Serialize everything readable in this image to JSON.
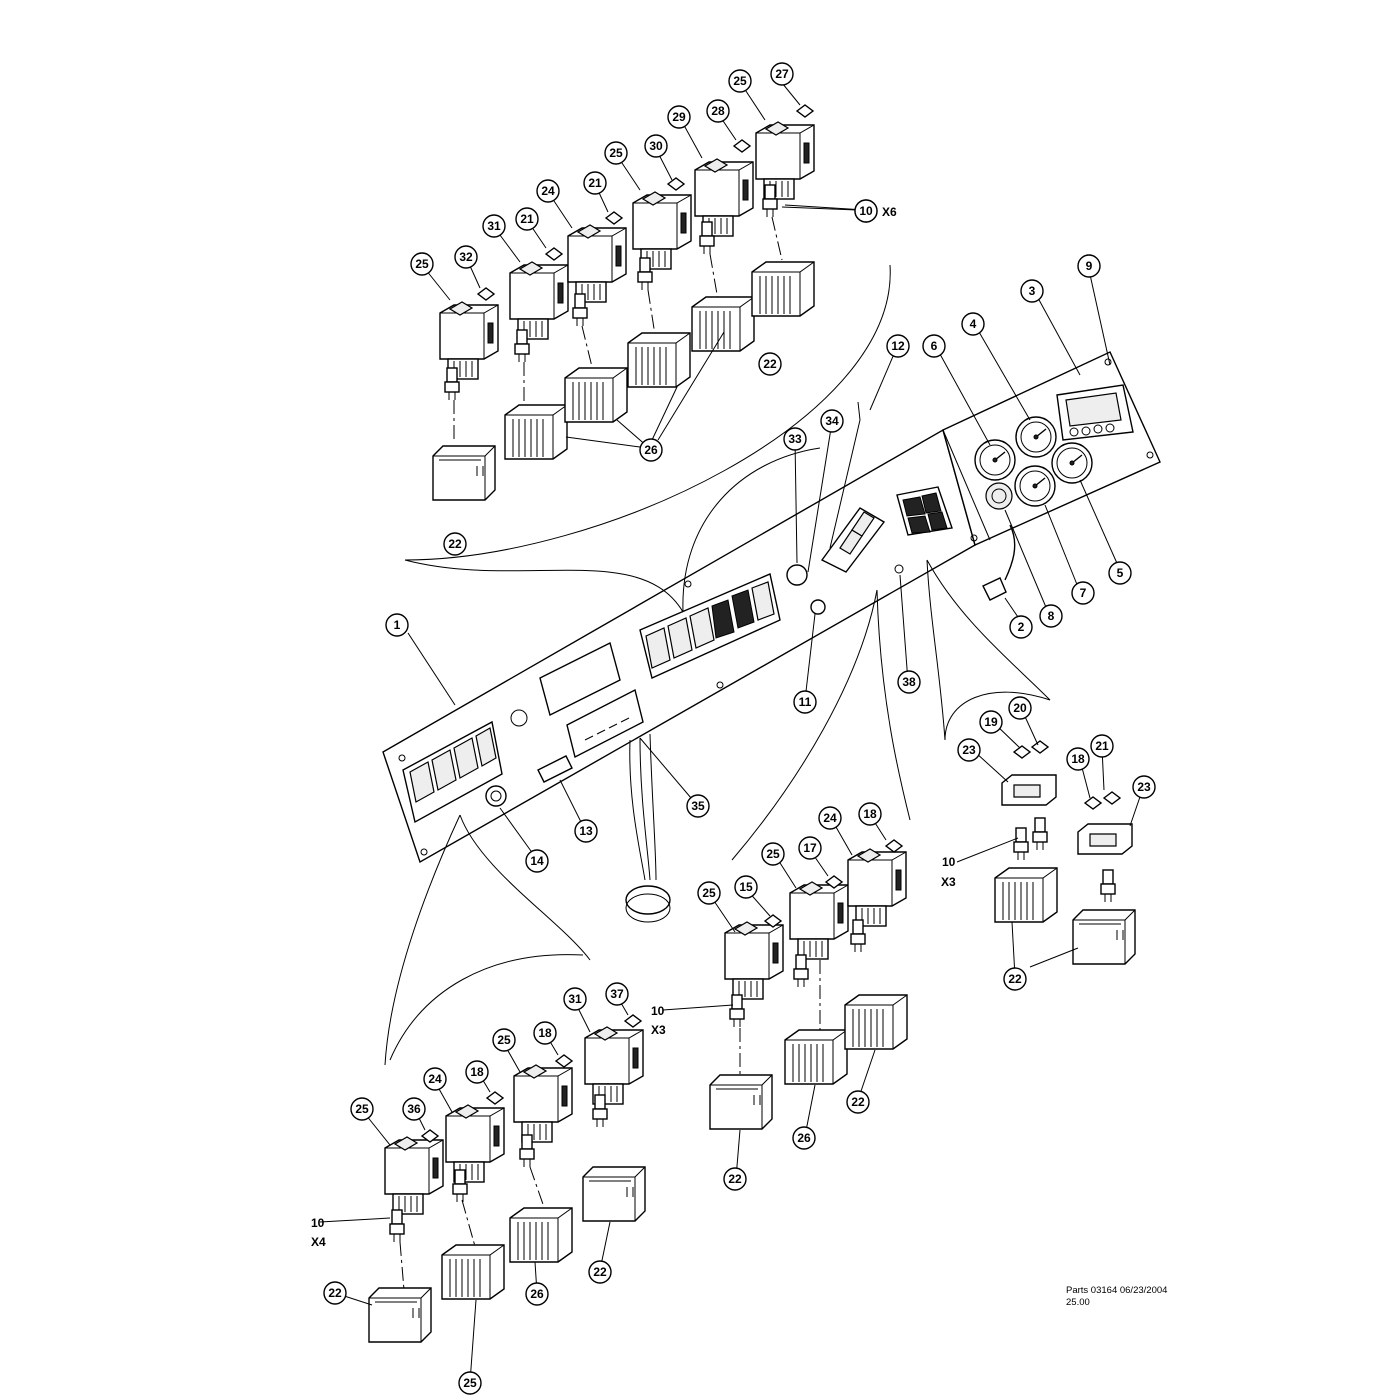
{
  "caption": {
    "line1": "Parts 03164 06/23/2004",
    "line2": "25.00"
  },
  "callouts": {
    "c1": "1",
    "c2": "2",
    "c3": "3",
    "c4": "4",
    "c5": "5",
    "c6": "6",
    "c7": "7",
    "c8": "8",
    "c9": "9",
    "c11": "11",
    "c12": "12",
    "c13": "13",
    "c14": "14",
    "c33": "33",
    "c34": "34",
    "c35": "35",
    "c38": "38",
    "t10": "10",
    "t21a": "21",
    "t21b": "21",
    "t22": "22",
    "t22b": "22",
    "t24": "24",
    "t25a": "25",
    "t25b": "25",
    "t25c": "25",
    "t26": "26",
    "t27": "27",
    "t28": "28",
    "t29": "29",
    "t30": "30",
    "t31": "31",
    "t32": "32",
    "r10": "10",
    "r18": "18",
    "r19": "19",
    "r20": "20",
    "r21": "21",
    "r22": "22",
    "r23a": "23",
    "r23b": "23",
    "m15": "15",
    "m17": "17",
    "m18": "18",
    "m22a": "22",
    "m22b": "22",
    "m24": "24",
    "m25a": "25",
    "m25b": "25",
    "m26": "26",
    "m10": "10",
    "b10": "10",
    "b18a": "18",
    "b18b": "18",
    "b22a": "22",
    "b22b": "22",
    "b24": "24",
    "b25a": "25",
    "b25b": "25",
    "b25c": "25",
    "b26": "26",
    "b31": "31",
    "b36": "36",
    "b37": "37"
  },
  "quantities": {
    "top": "X6",
    "right": "X3",
    "middle": "X3",
    "bottom": "X4"
  }
}
